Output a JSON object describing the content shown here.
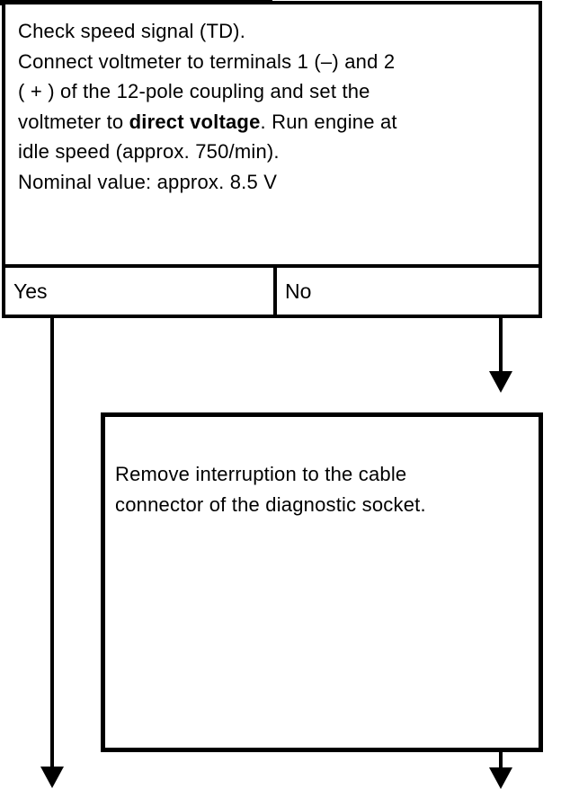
{
  "page": {
    "ink_color": "#000000",
    "paper_color": "#ffffff"
  },
  "decision_box": {
    "line1": "Check speed signal (TD).",
    "line2": "Connect voltmeter to terminals 1 (–) and 2",
    "line3": "( + ) of the 12-pole coupling and set the",
    "line4_pre": "voltmeter to ",
    "line4_bold": "direct voltage",
    "line4_post": ". Run engine at",
    "line5": "idle speed (approx. 750/min).",
    "line6": "Nominal value: approx. 8.5 V"
  },
  "branch": {
    "yes_label": "Yes",
    "no_label": "No"
  },
  "action_box": {
    "line1": "Remove interruption to the cable",
    "line2": "connector of the diagnostic socket."
  }
}
